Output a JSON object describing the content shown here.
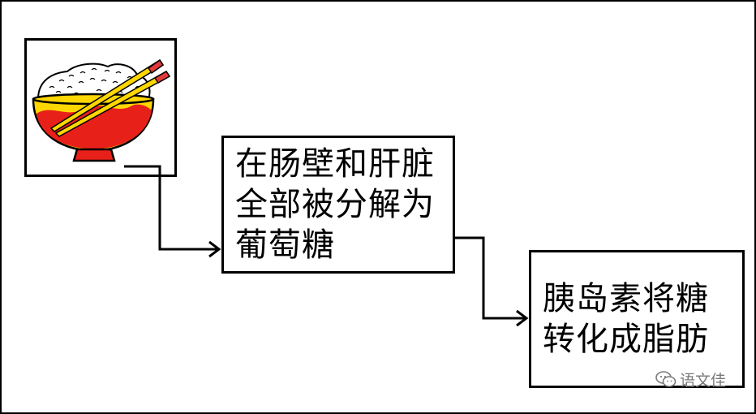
{
  "diagram": {
    "step1": {
      "lines": [
        "在肠壁和肝脏",
        "全部被分解为",
        "葡萄糖"
      ]
    },
    "step2": {
      "lines": [
        "胰岛素将糖",
        "转化成脂肪"
      ]
    },
    "start_image": {
      "icon": "rice-bowl-with-chopsticks-icon"
    },
    "colors": {
      "bowl_yellow": "#FFD700",
      "bowl_red": "#E8201A",
      "chopsticks": "#E23A3A",
      "stroke": "#000000"
    }
  },
  "watermark": {
    "text": "语文佳",
    "icon": "wechat-icon"
  }
}
